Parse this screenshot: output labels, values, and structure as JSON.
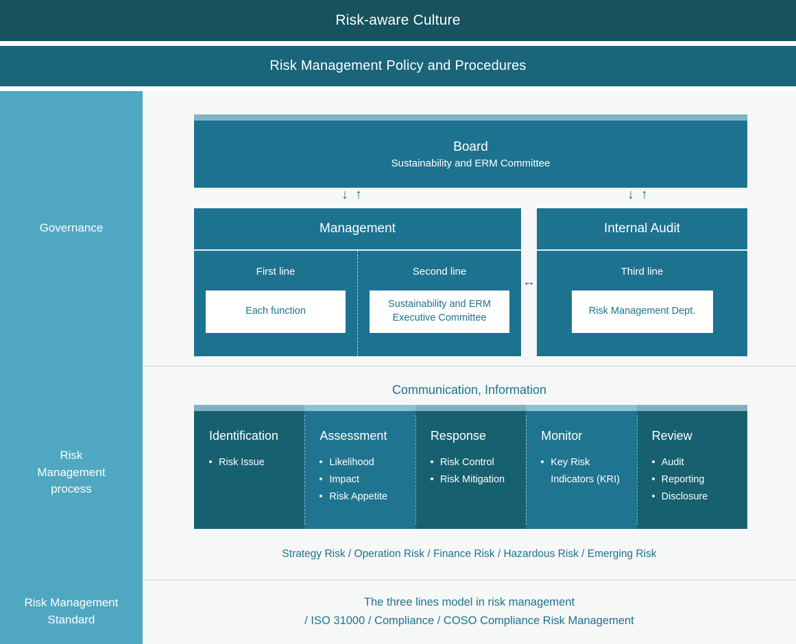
{
  "banners": {
    "culture": "Risk-aware Culture",
    "policy": "Risk Management Policy and Procedures"
  },
  "rails": {
    "governance": "Governance",
    "process": "Risk\nManagement\nprocess",
    "process_l1": "Risk",
    "process_l2": "Management",
    "process_l3": "process",
    "standard_l1": "Risk Management",
    "standard_l2": "Standard"
  },
  "governance": {
    "board": {
      "title": "Board",
      "subtitle": "Sustainability and ERM Committee"
    },
    "arrow_down": "↓",
    "arrow_up": "↑",
    "arrow_both": "↔",
    "management": {
      "title": "Management",
      "columns": [
        {
          "label": "First line",
          "card": "Each function"
        },
        {
          "label": "Second line",
          "card": "Sustainability and ERM\nExecutive Committee",
          "card_l1": "Sustainability and ERM",
          "card_l2": "Executive Committee"
        }
      ]
    },
    "internal_audit": {
      "title": "Internal Audit",
      "label": "Third line",
      "card": "Risk Management Dept."
    }
  },
  "process": {
    "communication_label": "Communication, Information",
    "risk_types": "Strategy Risk / Operation Risk / Finance Risk / Hazardous Risk / Emerging Risk",
    "steps": [
      {
        "title": "Identification",
        "items": [
          "Risk Issue"
        ]
      },
      {
        "title": "Assessment",
        "items": [
          "Likelihood",
          "Impact",
          "Risk Appetite"
        ]
      },
      {
        "title": "Response",
        "items": [
          "Risk Control",
          "Risk Mitigation"
        ]
      },
      {
        "title": "Monitor",
        "items": [
          "Key Risk Indicators (KRI)"
        ]
      },
      {
        "title": "Review",
        "items": [
          "Audit",
          "Reporting",
          "Disclosure"
        ]
      }
    ]
  },
  "standard": {
    "line1": "The three lines model in risk management",
    "line2": "/ ISO 31000 / Compliance / COSO Compliance Risk Management"
  },
  "colors": {
    "banner_dark": "#17525F",
    "banner_mid": "#1A6579",
    "rail": "#4FA7C1",
    "box": "#1D7290",
    "proc_dark": "#16606F",
    "proc_light": "#1F7490",
    "background": "#F6F7F7",
    "text_on_light": "#1D7290"
  }
}
